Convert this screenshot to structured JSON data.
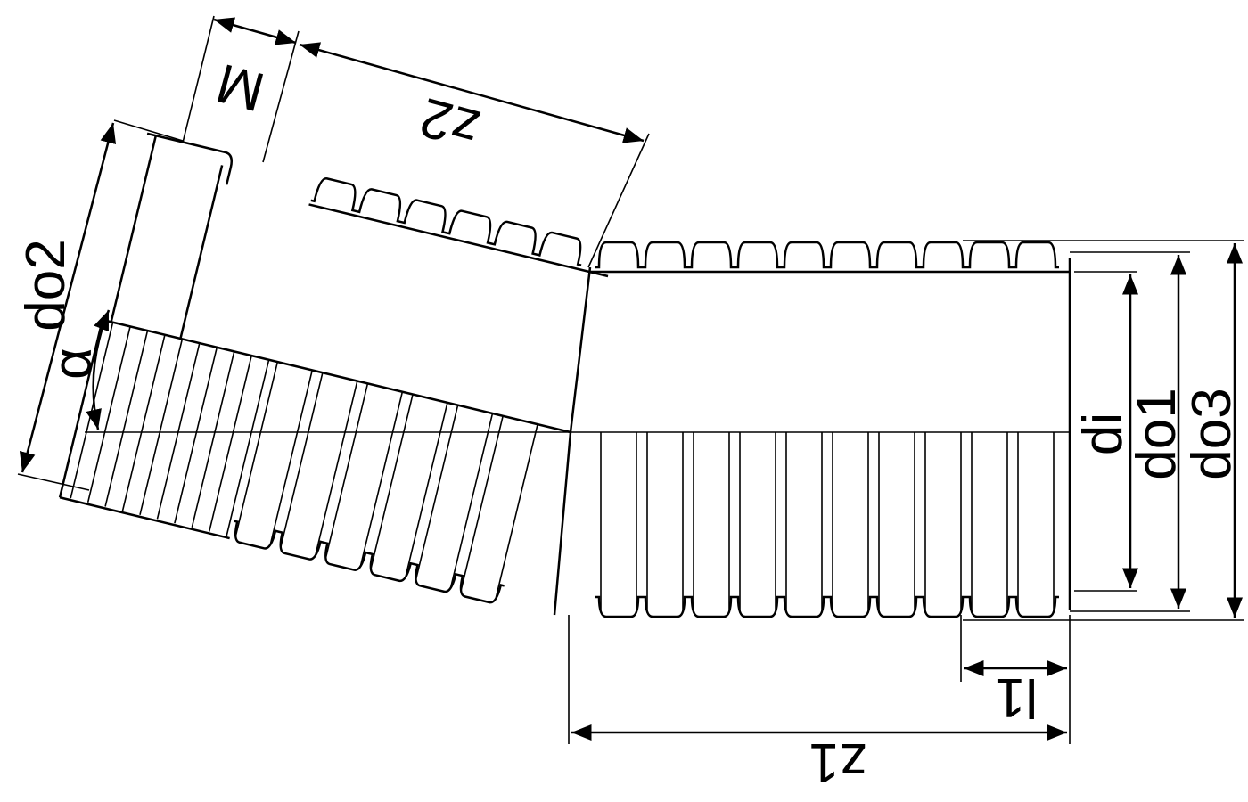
{
  "diagram": {
    "title_visible": false,
    "labels": {
      "M": "M",
      "z2": "z2",
      "do2": "do2",
      "alpha": "α",
      "di": "di",
      "do1": "do1",
      "do3": "do3",
      "l1": "l1",
      "z1": "z1"
    },
    "colors": {
      "line": "#000000",
      "background": "#ffffff"
    }
  }
}
